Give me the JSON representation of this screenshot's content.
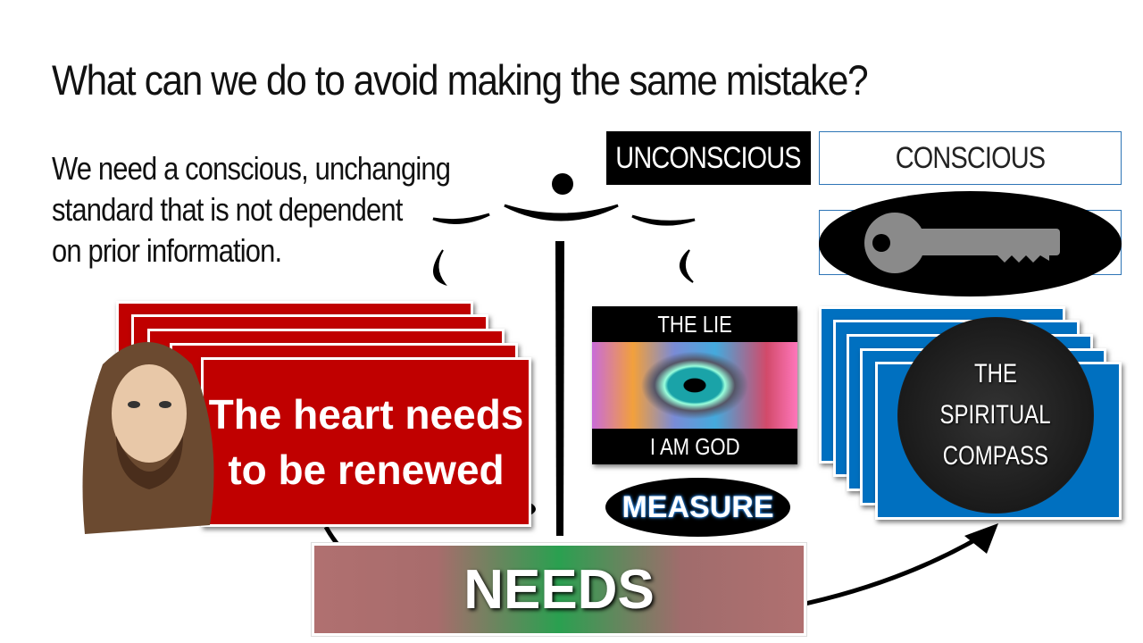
{
  "title": "What can we do to avoid making the same mistake?",
  "body_lines": [
    "We need a conscious, unchanging",
    "standard that is not dependent",
    "on prior information."
  ],
  "labels": {
    "unconscious": "UNCONSCIOUS",
    "conscious": "CONSCIOUS"
  },
  "heart_card": {
    "line1": "The heart needs",
    "line2": "to be renewed"
  },
  "lie_card": {
    "top": "THE LIE",
    "bottom": "I AM GOD"
  },
  "measure": "MEASURE",
  "compass": {
    "line1": "THE",
    "line2": "SPIRITUAL",
    "line3": "COMPASS"
  },
  "needs": "NEEDS",
  "colors": {
    "red": "#c00000",
    "blue": "#0070c0",
    "outline": "#2e75b6"
  }
}
